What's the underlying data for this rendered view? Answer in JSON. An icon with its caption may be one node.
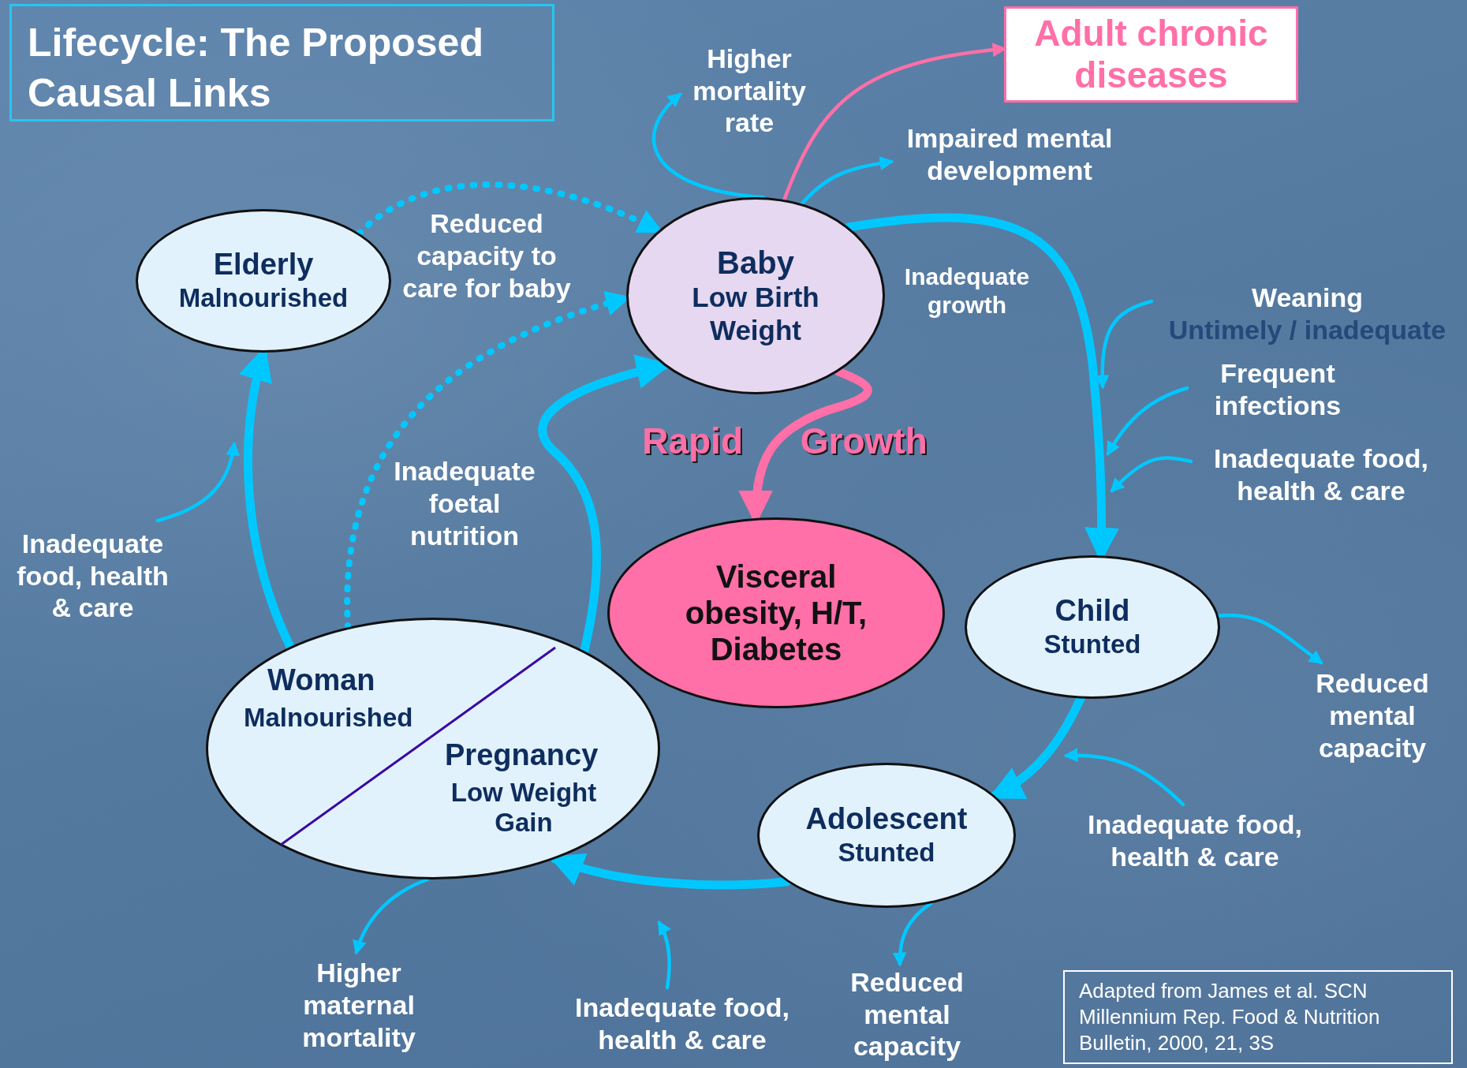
{
  "diagram": {
    "title": "Lifecycle: The Proposed Causal Links",
    "caption": "Adapted from James et al. SCN Millennium Rep. Food & Nutrition Bulletin, 2000, 21, 3S",
    "nodes": [
      {
        "text": [
          "Elderly",
          "Malnourished"
        ]
      },
      {
        "text": [
          "Baby",
          "Low Birth Weight"
        ]
      },
      {
        "text": [
          "Adult chronic diseases"
        ]
      },
      {
        "text": [
          "Higher mortality rate"
        ]
      },
      {
        "text": [
          "Impaired mental development"
        ]
      },
      {
        "text": [
          "Visceral obesity, H/T, Diabetes"
        ]
      },
      {
        "text": [
          "Child",
          "Stunted"
        ]
      },
      {
        "text": [
          "Reduced mental capacity"
        ]
      },
      {
        "text": [
          "Weaning",
          "Untimely / inadequate"
        ]
      },
      {
        "text": [
          "Frequent infections"
        ]
      },
      {
        "text": [
          "Inadequate food, health & care"
        ]
      },
      {
        "text": [
          "Adolescent",
          "Stunted"
        ]
      },
      {
        "text": [
          "Inadequate food, health & care"
        ]
      },
      {
        "text": [
          "Reduced mental capacity"
        ]
      },
      {
        "text": [
          "Woman",
          "Malnourished",
          "Pregnancy",
          "Low Weight Gain"
        ]
      },
      {
        "text": [
          "Inadequate food, health & care"
        ]
      },
      {
        "text": [
          "Higher maternal mortality"
        ]
      },
      {
        "text": [
          "Inadequate food, health & care"
        ]
      }
    ],
    "edges": [
      {
        "from": 1,
        "to": 3,
        "arrow": "to"
      },
      {
        "from": 1,
        "to": 2,
        "arrow": "to",
        "color": "#ff6fa8"
      },
      {
        "from": 1,
        "to": 4,
        "arrow": "to"
      },
      {
        "from": 1,
        "to": 6,
        "arrow": "to",
        "style": "thick",
        "label": "Inadequate growth"
      },
      {
        "from": 8,
        "to": null,
        "arrow": "to"
      },
      {
        "from": 9,
        "to": null,
        "arrow": "to"
      },
      {
        "from": 10,
        "to": null,
        "arrow": "to"
      },
      {
        "from": 6,
        "to": 7,
        "arrow": "to"
      },
      {
        "from": 6,
        "to": 11,
        "arrow": "to",
        "style": "thick"
      },
      {
        "from": 12,
        "to": null,
        "arrow": "to"
      },
      {
        "from": 11,
        "to": 13,
        "arrow": "to"
      },
      {
        "from": 11,
        "to": 14,
        "arrow": "to",
        "style": "thick"
      },
      {
        "from": 15,
        "to": null,
        "arrow": "to"
      },
      {
        "from": 14,
        "to": 16,
        "arrow": "to"
      },
      {
        "from": 14,
        "to": 0,
        "arrow": "to",
        "style": "thick"
      },
      {
        "from": 17,
        "to": null,
        "arrow": "to"
      },
      {
        "from": 0,
        "to": 1,
        "arrow": "to",
        "style": "dashed",
        "label": "Reduced capacity to care for baby"
      },
      {
        "from": 14,
        "to": 1,
        "arrow": "to",
        "style": "dashed",
        "label": "Inadequate foetal nutrition"
      },
      {
        "from": 14,
        "to": 1,
        "arrow": "to",
        "style": "thick"
      },
      {
        "from": 1,
        "to": 5,
        "arrow": "to",
        "style": "thick",
        "color": "#ff6fa8",
        "label": "Rapid Growth"
      }
    ]
  }
}
